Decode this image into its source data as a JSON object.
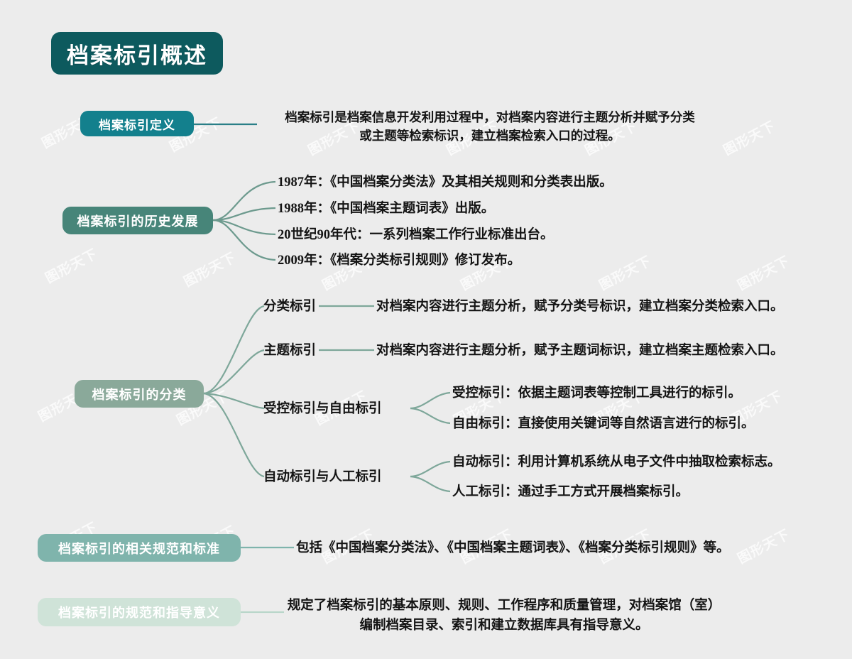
{
  "title": "档案标引概述",
  "theme": {
    "background": "#ececec",
    "root_color": "#0d5a5e",
    "definition_color": "#13808d",
    "history_color": "#478579",
    "classification_color": "#8aa99a",
    "norms_color": "#7fb4ac",
    "guidance_color": "#cfe3d8",
    "link_color": "#6d9a8e",
    "text_color": "#141414"
  },
  "watermark": "图形天下",
  "branches": {
    "definition": {
      "label": "档案标引定义",
      "text_line1": "档案标引是档案信息开发利用过程中，对档案内容进行主题分析并赋予分类",
      "text_line2": "或主题等检索标识，建立档案检索入口的过程。"
    },
    "history": {
      "label": "档案标引的历史发展",
      "items": [
        "1987年：《中国档案分类法》及其相关规则和分类表出版。",
        "1988年：《中国档案主题词表》出版。",
        "20世纪90年代：一系列档案工作行业标准出台。",
        "2009年：《档案分类标引规则》修订发布。"
      ]
    },
    "classification": {
      "label": "档案标引的分类",
      "items": [
        {
          "label": "分类标引",
          "detail": "对档案内容进行主题分析，赋予分类号标识，建立档案分类检索入口。",
          "children": []
        },
        {
          "label": "主题标引",
          "detail": "对档案内容进行主题分析，赋予主题词标识，建立档案主题检索入口。",
          "children": []
        },
        {
          "label": "受控标引与自由标引",
          "detail": "",
          "children": [
            "受控标引：依据主题词表等控制工具进行的标引。",
            "自由标引：直接使用关键词等自然语言进行的标引。"
          ]
        },
        {
          "label": "自动标引与人工标引",
          "detail": "",
          "children": [
            "自动标引：利用计算机系统从电子文件中抽取检索标志。",
            "人工标引：通过手工方式开展档案标引。"
          ]
        }
      ]
    },
    "norms": {
      "label": "档案标引的相关规范和标准",
      "text": "包括《中国档案分类法》、《中国档案主题词表》、《档案分类标引规则》等。"
    },
    "guidance": {
      "label": "档案标引的规范和指导意义",
      "text_line1": "规定了档案标引的基本原则、规则、工作程序和质量管理，对档案馆（室）",
      "text_line2": "编制档案目录、索引和建立数据库具有指导意义。"
    }
  }
}
